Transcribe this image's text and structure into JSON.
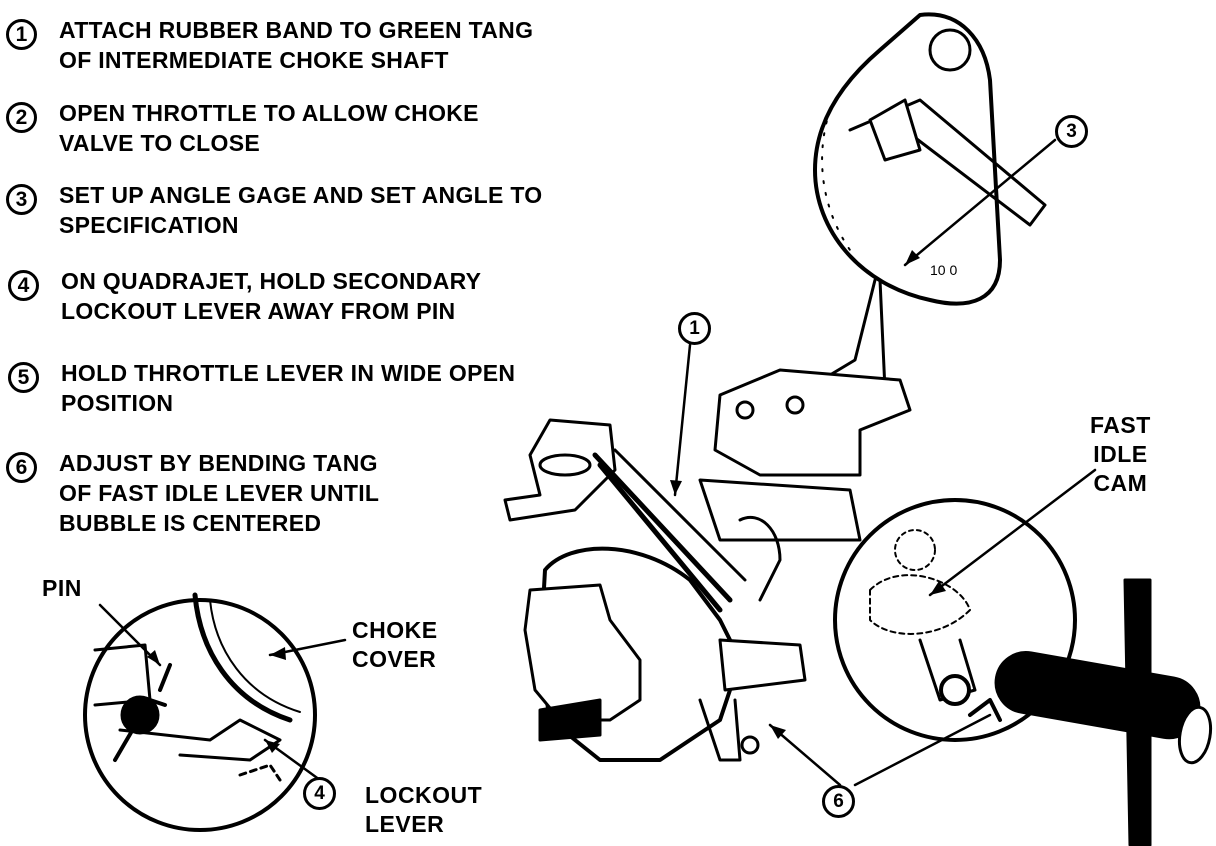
{
  "steps": [
    {
      "number": "1",
      "text": "ATTACH RUBBER BAND TO GREEN TANG\nOF INTERMEDIATE CHOKE SHAFT"
    },
    {
      "number": "2",
      "text": "OPEN THROTTLE TO ALLOW CHOKE\nVALVE TO CLOSE"
    },
    {
      "number": "3",
      "text": "SET UP ANGLE GAGE AND SET ANGLE TO\nSPECIFICATION"
    },
    {
      "number": "4",
      "text": "ON QUADRAJET, HOLD SECONDARY\nLOCKOUT LEVER AWAY FROM PIN"
    },
    {
      "number": "5",
      "text": "HOLD THROTTLE LEVER IN WIDE OPEN\nPOSITION"
    },
    {
      "number": "6",
      "text": "ADJUST BY BENDING TANG\nOF FAST IDLE  LEVER UNTIL\nBUBBLE IS CENTERED"
    }
  ],
  "callouts": {
    "gage": "3",
    "rubber_band": "1",
    "lockout": "4",
    "tang": "6"
  },
  "labels": {
    "pin": "PIN",
    "choke_cover": "CHOKE\nCOVER",
    "lockout_lever": "LOCKOUT\nLEVER",
    "fast_idle_cam": "FAST\nIDLE\nCAM"
  },
  "gage_scale": "10 0"
}
